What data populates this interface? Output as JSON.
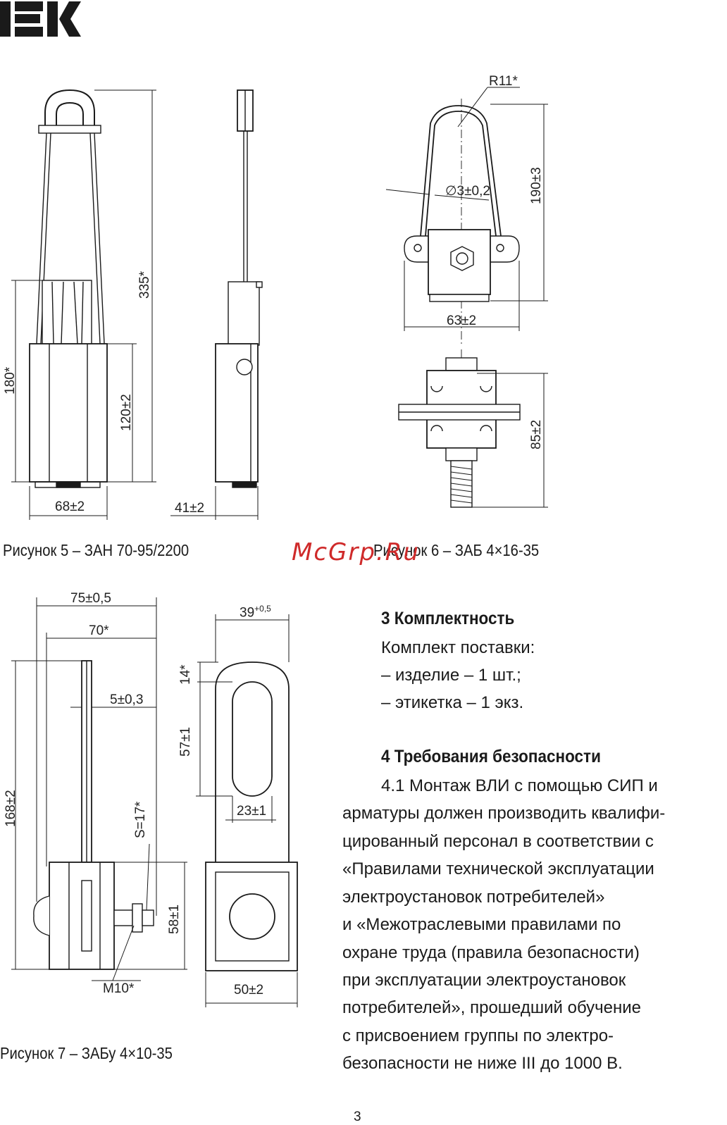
{
  "brand": {
    "logo_text": "IEK"
  },
  "figure5": {
    "caption": "Рисунок 5 – ЗАН 70-95/2200",
    "dims": {
      "height_total": "335*",
      "height_lower": "180*",
      "body_height": "120±2",
      "width": "68±2",
      "side_width": "41±2"
    }
  },
  "figure6": {
    "caption": "Рисунок 6 – ЗАБ 4×16-35",
    "dims": {
      "radius": "R11*",
      "wire_diameter": "∅3±0,2",
      "height": "190±3",
      "width": "63±2",
      "clamp_height": "85±2"
    }
  },
  "figure7": {
    "caption": "Рисунок 7 – ЗАБу 4×10-35",
    "dims": {
      "overall_width": "75±0,5",
      "plate_offset": "70*",
      "thickness": "5±0,3",
      "height_total": "168±2",
      "nut_size": "S=17*",
      "body_height": "58±1",
      "thread": "M10*",
      "top_width": "39",
      "top_width_tolerance": "+0,5",
      "top_radius": "14*",
      "slot_length": "57±1",
      "slot_width": "23±1",
      "base_width": "50±2"
    }
  },
  "section3": {
    "heading": "3  Комплектность",
    "lines": [
      "Комплект поставки:",
      "– изделие – 1 шт.;",
      "– этикетка – 1 экз."
    ]
  },
  "section4": {
    "heading": "4  Требования безопасности",
    "lines": [
      "4.1  Монтаж ВЛИ с помощью СИП и",
      "арматуры должен производить квалифи-",
      "цированный персонал в соответствии с",
      "«Правилами технической эксплуатации",
      "электроустановок потребителей»",
      "и «Межотраслевыми правилами по",
      "охране труда (правила безопасности)",
      "при эксплуатации электроустановок",
      "потребителей», прошедший обучение",
      "с присвоением группы по электро-",
      "безопасности не ниже III до 1000 В."
    ]
  },
  "watermark": "McGrp.Ru",
  "page_number": "3"
}
